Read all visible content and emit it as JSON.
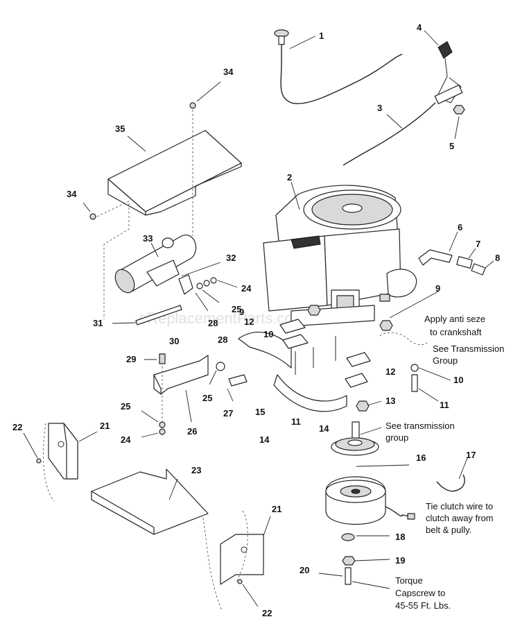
{
  "watermark": "eReplacementParts.com",
  "callouts": {
    "1": "1",
    "2": "2",
    "3": "3",
    "4": "4",
    "5": "5",
    "6": "6",
    "7": "7",
    "8": "8",
    "9": "9",
    "10": "10",
    "11": "11",
    "12": "12",
    "13": "13",
    "14": "14",
    "15": "15",
    "16": "16",
    "17": "17",
    "18": "18",
    "19": "19",
    "20": "20",
    "21": "21",
    "22": "22",
    "23": "23",
    "24": "24",
    "25": "25",
    "26": "26",
    "27": "27",
    "28": "28",
    "29": "29",
    "30": "30",
    "31": "31",
    "32": "32",
    "33": "33",
    "34": "34",
    "35": "35"
  },
  "notes": {
    "anti_seize": [
      "Apply anti seze",
      "to crankshaft"
    ],
    "see_transmission_upper": [
      "See Transmission",
      "Group"
    ],
    "see_transmission_lower": [
      "See transmission",
      "group"
    ],
    "clutch_wire": [
      "Tie clutch wire to",
      "clutch away from",
      "belt & pully."
    ],
    "torque": [
      "Torque",
      "Capscrew to",
      "45-55 Ft. Lbs."
    ]
  }
}
